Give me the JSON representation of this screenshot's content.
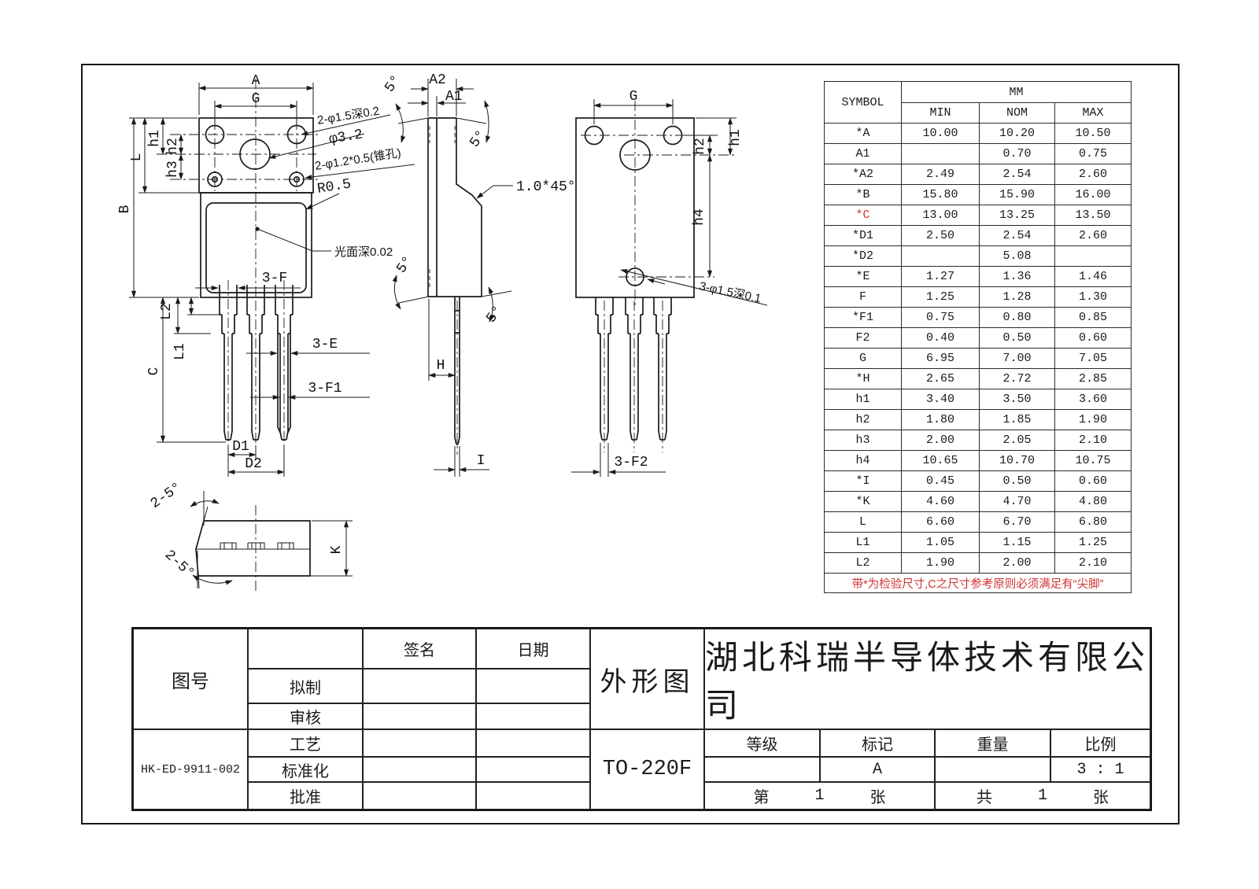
{
  "dim_table": {
    "header": {
      "symbol": "SYMBOL",
      "unit": "MM",
      "min": "MIN",
      "nom": "NOM",
      "max": "MAX"
    },
    "rows": [
      {
        "s": "*A",
        "min": "10.00",
        "nom": "10.20",
        "max": "10.50"
      },
      {
        "s": "A1",
        "min": "",
        "nom": "0.70",
        "max": "0.75"
      },
      {
        "s": "*A2",
        "min": "2.49",
        "nom": "2.54",
        "max": "2.60"
      },
      {
        "s": "*B",
        "min": "15.80",
        "nom": "15.90",
        "max": "16.00"
      },
      {
        "s": "*C",
        "min": "13.00",
        "nom": "13.25",
        "max": "13.50",
        "red": true
      },
      {
        "s": "*D1",
        "min": "2.50",
        "nom": "2.54",
        "max": "2.60"
      },
      {
        "s": "*D2",
        "min": "",
        "nom": "5.08",
        "max": ""
      },
      {
        "s": "*E",
        "min": "1.27",
        "nom": "1.36",
        "max": "1.46"
      },
      {
        "s": "F",
        "min": "1.25",
        "nom": "1.28",
        "max": "1.30"
      },
      {
        "s": "*F1",
        "min": "0.75",
        "nom": "0.80",
        "max": "0.85"
      },
      {
        "s": "F2",
        "min": "0.40",
        "nom": "0.50",
        "max": "0.60"
      },
      {
        "s": "G",
        "min": "6.95",
        "nom": "7.00",
        "max": "7.05"
      },
      {
        "s": "*H",
        "min": "2.65",
        "nom": "2.72",
        "max": "2.85"
      },
      {
        "s": "h1",
        "min": "3.40",
        "nom": "3.50",
        "max": "3.60"
      },
      {
        "s": "h2",
        "min": "1.80",
        "nom": "1.85",
        "max": "1.90"
      },
      {
        "s": "h3",
        "min": "2.00",
        "nom": "2.05",
        "max": "2.10"
      },
      {
        "s": "h4",
        "min": "10.65",
        "nom": "10.70",
        "max": "10.75"
      },
      {
        "s": "*I",
        "min": "0.45",
        "nom": "0.50",
        "max": "0.60"
      },
      {
        "s": "*K",
        "min": "4.60",
        "nom": "4.70",
        "max": "4.80"
      },
      {
        "s": "L",
        "min": "6.60",
        "nom": "6.70",
        "max": "6.80"
      },
      {
        "s": "L1",
        "min": "1.05",
        "nom": "1.15",
        "max": "1.25"
      },
      {
        "s": "L2",
        "min": "1.90",
        "nom": "2.00",
        "max": "2.10"
      }
    ],
    "note": "带*为检验尺寸,C之尺寸参考原则必须满足有“尖脚”"
  },
  "views": {
    "front": {
      "dim_a": "A",
      "dim_g": "G",
      "dim_b": "B",
      "dim_l": "L",
      "dim_h1": "h1",
      "dim_h2": "h2",
      "dim_h3": "h3",
      "dim_c": "C",
      "dim_l1": "L1",
      "dim_l2": "L2",
      "dim_d1": "D1",
      "dim_d2": "D2",
      "dim_3f": "3-F",
      "dim_3e": "3-E",
      "dim_3f1": "3-F1",
      "ann_holes": "2-φ1.5深0.2",
      "ann_hole_big": "φ3.2",
      "ann_taper": "2-φ1.2*0.5(锥孔)",
      "ann_r": "R0.5",
      "ann_surface": "光面深0.02"
    },
    "side": {
      "dim_a2": "A2",
      "dim_a1": "A1",
      "dim_h": "H",
      "dim_i": "I",
      "ann_chamfer": "1.0*45°",
      "angle5": "5°"
    },
    "back": {
      "dim_g": "G",
      "dim_h1": "h1",
      "dim_h2": "h2",
      "dim_h4": "h4",
      "dim_3f2": "3-F2",
      "ann_hole": "3-φ1.5深0.1"
    },
    "bottom": {
      "dim_k": "K",
      "angle25": "2-5°"
    }
  },
  "title_block": {
    "field_drawing_no": "图号",
    "drawing_no": "HK-ED-9911-002",
    "col_sign": "签名",
    "col_date": "日期",
    "row_draft": "拟制",
    "row_check": "审核",
    "row_process": "工艺",
    "row_standard": "标准化",
    "row_approve": "批准",
    "view_type": "外形图",
    "package": "TO-220F",
    "company": "湖北科瑞半导体技术有限公司",
    "grade": "等级",
    "mark": "标记",
    "weight": "重量",
    "scale": "比例",
    "mark_value": "A",
    "scale_value": "3 : 1",
    "sheet": {
      "p1": "第",
      "n1": "1",
      "p2": "张"
    },
    "total": {
      "p1": "共",
      "n1": "1",
      "p2": "张"
    }
  },
  "colors": {
    "line": "#1a1a1a",
    "red": "#cf3333"
  }
}
